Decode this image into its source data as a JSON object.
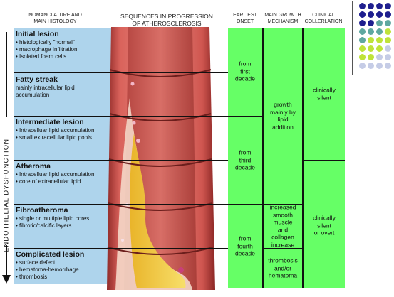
{
  "headers": {
    "histology": [
      "NOMANCLATURE AND",
      "MAIN HISTOLOGY"
    ],
    "sequences": [
      "SEQUENCES IN PROGRESSION",
      "OF ATHEROSCLEROSIS"
    ],
    "onset": [
      "EARLIEST",
      "ONSET"
    ],
    "mechanism": [
      "MAIN GROWTH",
      "MECHANISM"
    ],
    "correlation": [
      "CLINICAL",
      "COLLERLATION"
    ]
  },
  "side_label": "ENDOTHELIAL  DYSFUNCTION",
  "stages": [
    {
      "title": "Initial lesion",
      "lines": [
        "• histologically \"normal\"",
        "• macrophage Infiltration",
        "• Isolated foam cells"
      ]
    },
    {
      "title": "Fatty streak",
      "lines": [
        "mainly intracellular lipid",
        "accumulation"
      ]
    },
    {
      "title": "Intermediate lesion",
      "lines": [
        "• Intracelluar lipid accumulation",
        "• small extracellular lipid pools"
      ]
    },
    {
      "title": "Atheroma",
      "lines": [
        "• Intracelluar lipid accumulation",
        "• core of extracellular lipid"
      ]
    },
    {
      "title": "Fibroatheroma",
      "lines": [
        "• single or multiple lipid cores",
        "• fibrotic/calcific layers"
      ]
    },
    {
      "title": "Complicated lesion",
      "lines": [
        "• surface defect",
        "• hematoma-hemorrhage",
        "• thrombosis"
      ]
    }
  ],
  "onset": [
    {
      "lines": [
        "from",
        "first",
        "decade"
      ]
    },
    {
      "lines": [
        "from",
        "third",
        "decade"
      ]
    },
    {
      "lines": [
        "from",
        "fourth",
        "decade"
      ]
    }
  ],
  "mechanism": [
    {
      "lines": [
        "growth",
        "mainly by",
        "lipid",
        "addition"
      ]
    },
    {
      "lines": [
        "increased",
        "smooth",
        "muscle",
        "and",
        "collagen",
        "increase"
      ]
    },
    {
      "lines": [
        "thrombosis",
        "and/or",
        "hematoma"
      ]
    }
  ],
  "correlation": [
    {
      "lines": [
        "clinically",
        "silent"
      ]
    },
    {
      "lines": [
        "clinically",
        "silent",
        "or overt"
      ]
    }
  ],
  "colors": {
    "histology_panel": "#aed4ec",
    "columns": "#66ff66",
    "artery": "#c94a45",
    "lipid": "#f2cf3a",
    "dot_navy": "#1f1f8f",
    "dot_teal": "#5fa8a0",
    "dot_lime": "#bfe33a",
    "dot_lavender": "#c5cce6"
  }
}
